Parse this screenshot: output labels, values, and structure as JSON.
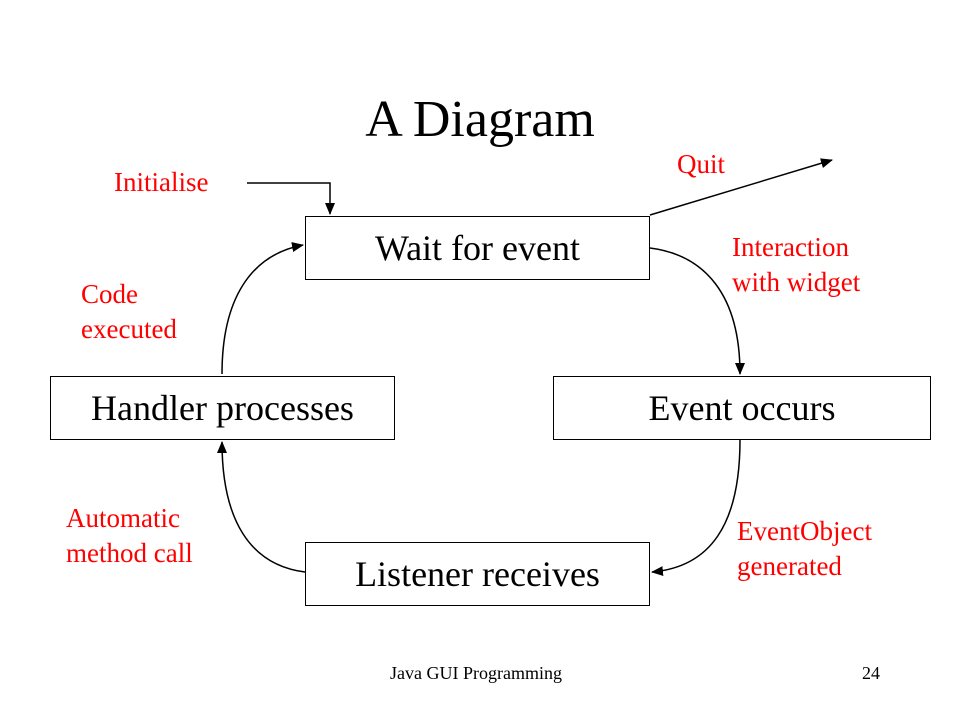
{
  "title": "A Diagram",
  "colors": {
    "label": "#ff0000",
    "text": "#000000",
    "line": "#000000"
  },
  "nodes": {
    "wait": "Wait for event",
    "event": "Event occurs",
    "listener": "Listener receives",
    "handler": "Handler processes"
  },
  "labels": {
    "initialise": "Initialise",
    "quit": "Quit",
    "interaction_1": "Interaction",
    "interaction_2": "with widget",
    "eventobject_1": "EventObject",
    "eventobject_2": "generated",
    "automatic_1": "Automatic",
    "automatic_2": "method call",
    "code_1": "Code",
    "code_2": "executed"
  },
  "footer": {
    "course": "Java GUI Programming",
    "page": "24"
  }
}
